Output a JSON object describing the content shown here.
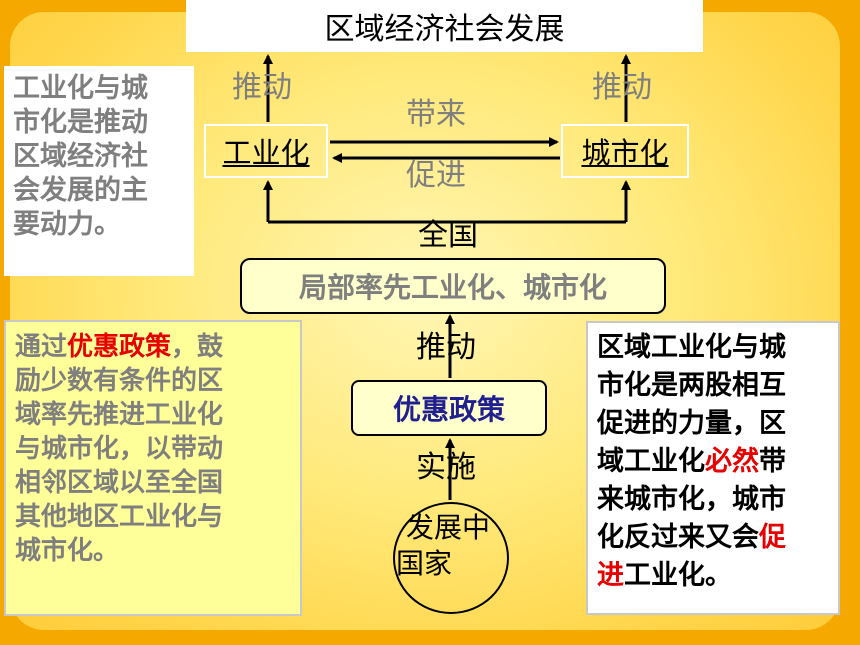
{
  "title": "区域经济社会发展",
  "labels": {
    "drive_left": "推动",
    "drive_right": "推动",
    "bring": "带来",
    "promote": "促进",
    "nationwide": "全国",
    "drive_middle": "推动",
    "implement": "实施"
  },
  "nodes": {
    "industrialization": "工业化",
    "urbanization": "城市化",
    "local_first": "局部率先工业化、城市化",
    "preferential_policy": "优惠政策",
    "developing_country_line1": "发展中",
    "developing_country_line2": "国家"
  },
  "notes": {
    "top_left": {
      "lines": [
        "工业化与城",
        "市化是推动",
        "区域经济社",
        "会发展的主",
        "要动力。"
      ]
    },
    "bottom_left": {
      "l1_a": "通过",
      "l1_b": "优惠政策",
      "l1_c": "，鼓",
      "l2": "励少数有条件的区",
      "l3": "域率先推进工业化",
      "l4": "与城市化，以带动",
      "l5": "相邻区域以至全国",
      "l6": "其他地区工业化与",
      "l7": "城市化。"
    },
    "right": {
      "l1": "区域工业化与城",
      "l2": "市化是两股相互",
      "l3": "促进的力量，区",
      "l4_a": "域工业化",
      "l4_b": "必然",
      "l4_c": "带",
      "l5": "来城市化，城市",
      "l6_a": "化反过来又会",
      "l6_b": "促",
      "l7_a": "进",
      "l7_b": "工业化。"
    }
  },
  "colors": {
    "background": "#f5a800",
    "panel": "#ffe97a",
    "gray_text": "#7f7f7f",
    "policy_text": "#1f1f8f",
    "highlight": "#e60000",
    "note_bg": "#ffff99"
  }
}
